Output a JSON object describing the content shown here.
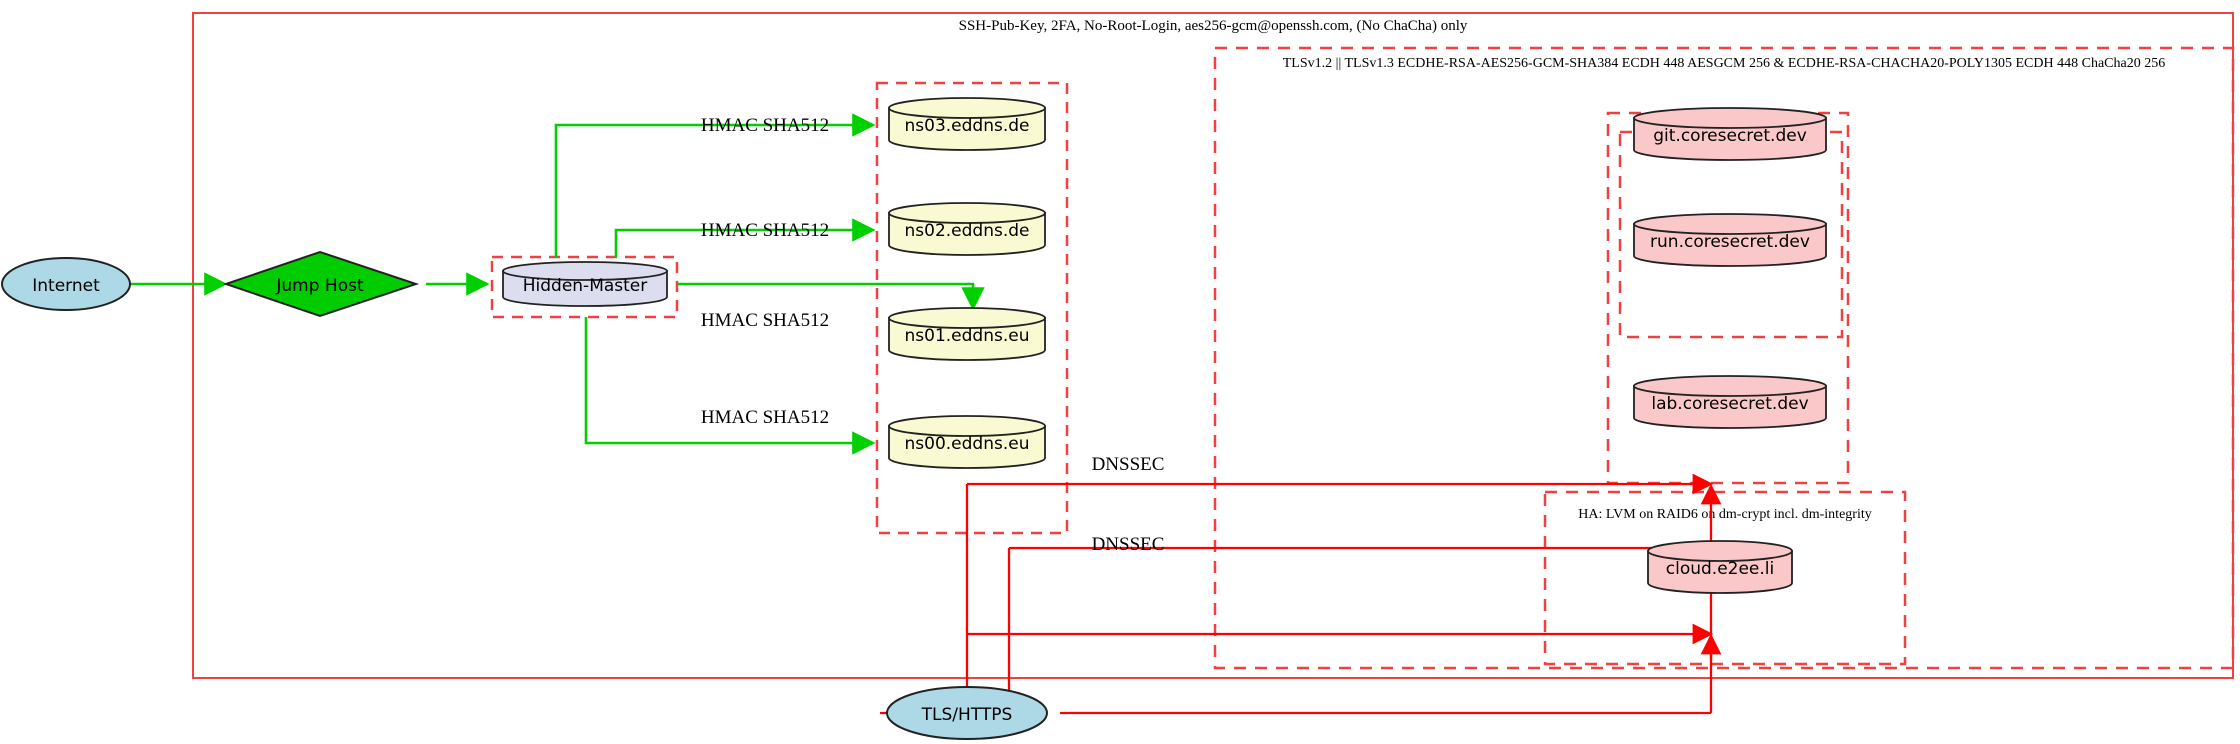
{
  "diagram": {
    "title": "Network security architecture diagram",
    "colors": {
      "boundary_red": "#f04040",
      "solid_red": "#ff0000",
      "edge_green": "#00d000",
      "ellipse_blue": "#add8e6",
      "diamond_green": "#00cc00",
      "cylinder_yellow": "#fafad2",
      "cylinder_lavender": "#ddddf0",
      "cylinder_pink": "#fac8c8",
      "stroke_black": "#222222"
    },
    "boundaries": [
      {
        "id": "ssh-zone",
        "style": "solid",
        "label": "SSH-Pub-Key, 2FA, No-Root-Login, aes256-gcm@openssh.com, (No ChaCha) only"
      },
      {
        "id": "tls-zone",
        "style": "dashed",
        "label": "TLSv1.2 || TLSv1.3 ECDHE-RSA-AES256-GCM-SHA384 ECDH 448 AESGCM 256 & ECDHE-RSA-CHACHA20-POLY1305 ECDH 448 ChaCha20 256"
      },
      {
        "id": "ha-zone",
        "style": "dashed",
        "label": "HA: LVM on RAID6 on dm-crypt incl. dm-integrity"
      },
      {
        "id": "hidden-master-zone",
        "style": "dashed",
        "label": ""
      },
      {
        "id": "dns-zone",
        "style": "dashed",
        "label": ""
      },
      {
        "id": "coresecret-outer-zone",
        "style": "dashed",
        "label": ""
      },
      {
        "id": "coresecret-inner-zone",
        "style": "dashed",
        "label": ""
      }
    ],
    "nodes": [
      {
        "id": "internet",
        "label": "Internet",
        "shape": "ellipse",
        "fill": "#add8e6"
      },
      {
        "id": "jump-host",
        "label": "Jump Host",
        "shape": "diamond",
        "fill": "#00cc00"
      },
      {
        "id": "hidden-master",
        "label": "Hidden-Master",
        "shape": "cylinder",
        "fill": "#ddddf0"
      },
      {
        "id": "ns03",
        "label": "ns03.eddns.de",
        "shape": "cylinder",
        "fill": "#fafad2"
      },
      {
        "id": "ns02",
        "label": "ns02.eddns.de",
        "shape": "cylinder",
        "fill": "#fafad2"
      },
      {
        "id": "ns01",
        "label": "ns01.eddns.eu",
        "shape": "cylinder",
        "fill": "#fafad2"
      },
      {
        "id": "ns00",
        "label": "ns00.eddns.eu",
        "shape": "cylinder",
        "fill": "#fafad2"
      },
      {
        "id": "git",
        "label": "git.coresecret.dev",
        "shape": "cylinder",
        "fill": "#fac8c8"
      },
      {
        "id": "run",
        "label": "run.coresecret.dev",
        "shape": "cylinder",
        "fill": "#fac8c8"
      },
      {
        "id": "lab",
        "label": "lab.coresecret.dev",
        "shape": "cylinder",
        "fill": "#fac8c8"
      },
      {
        "id": "cloud",
        "label": "cloud.e2ee.li",
        "shape": "cylinder",
        "fill": "#fac8c8"
      },
      {
        "id": "tls-https",
        "label": "TLS/HTTPS",
        "shape": "ellipse",
        "fill": "#add8e6"
      }
    ],
    "edge_labels": [
      {
        "id": "hmac-ns03",
        "text": "HMAC SHA512"
      },
      {
        "id": "hmac-ns02",
        "text": "HMAC SHA512"
      },
      {
        "id": "hmac-ns01",
        "text": "HMAC SHA512"
      },
      {
        "id": "hmac-ns00",
        "text": "HMAC SHA512"
      },
      {
        "id": "dnssec-upper",
        "text": "DNSSEC"
      },
      {
        "id": "dnssec-lower",
        "text": "DNSSEC"
      }
    ]
  }
}
